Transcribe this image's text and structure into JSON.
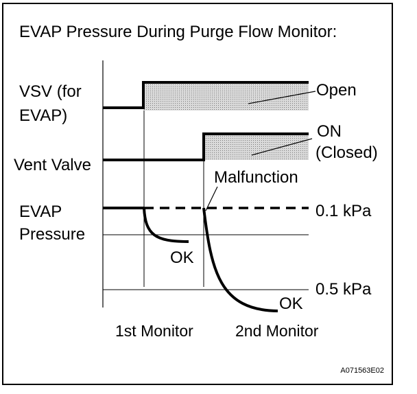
{
  "title": "EVAP Pressure During Purge Flow Monitor:",
  "rows": {
    "vsv": {
      "line1": "VSV (for",
      "line2": "EVAP)"
    },
    "vent": {
      "label": "Vent Valve"
    },
    "pressure": {
      "line1": "EVAP",
      "line2": "Pressure"
    }
  },
  "annotations": {
    "open": "Open",
    "on_line1": "ON",
    "on_line2": "(Closed)",
    "malfunction": "Malfunction",
    "ok_first": "OK",
    "ok_second": "OK"
  },
  "pressure_levels": {
    "upper": "0.1 kPa",
    "lower": "0.5 kPa"
  },
  "monitors": {
    "first": "1st Monitor",
    "second": "2nd Monitor"
  },
  "figure_code": "A071563E02",
  "colors": {
    "line": "#000000",
    "shade": "#d9d9d9",
    "dot": "#808080",
    "background": "#ffffff"
  }
}
